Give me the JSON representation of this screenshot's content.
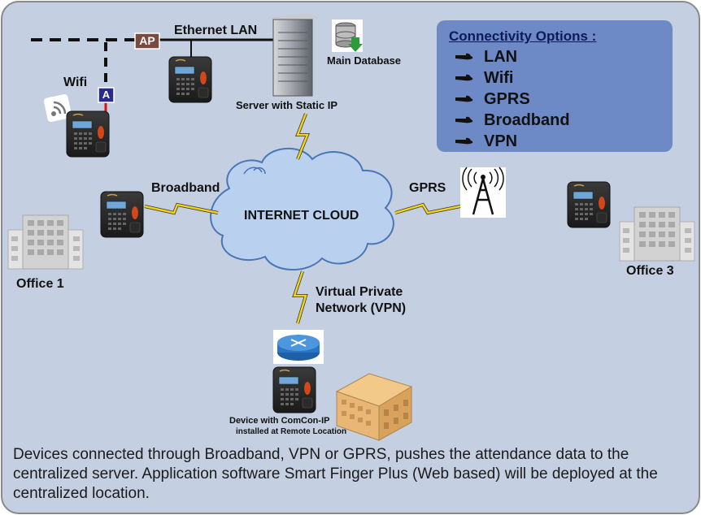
{
  "labels": {
    "ethernet_lan": "Ethernet LAN",
    "ap": "AP",
    "a": "A",
    "wifi": "Wifi",
    "main_database": "Main Database",
    "server": "Server with Static IP",
    "broadband": "Broadband",
    "gprs": "GPRS",
    "internet_cloud": "INTERNET CLOUD",
    "vpn_line1": "Virtual Private",
    "vpn_line2": "Network (VPN)",
    "office1": "Office 1",
    "office3": "Office 3",
    "device_line1": "Device with ComCon-IP",
    "device_line2": "installed at Remote Location"
  },
  "connectivity": {
    "title": "Connectivity Options :",
    "options": [
      "LAN",
      "Wifi",
      "GPRS",
      "Broadband",
      "VPN"
    ]
  },
  "caption": "Devices connected through Broadband, VPN or GPRS, pushes the attendance data to the centralized server. Application software Smart Finger Plus (Web based) will be deployed at the centralized location.",
  "colors": {
    "background": "#c4cfe2",
    "connectivity_box": "#6d8ac7",
    "lightning": "#f2d21a",
    "cloud": "#b9d1ee"
  }
}
